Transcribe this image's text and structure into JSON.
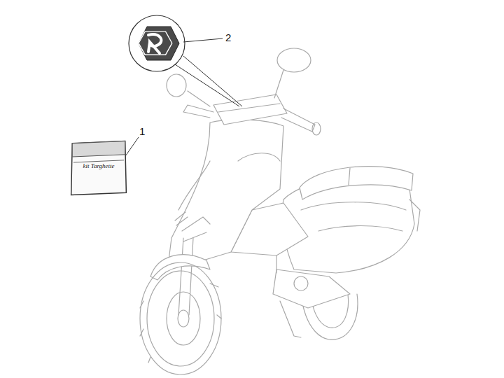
{
  "diagram": {
    "nodes": [
      {
        "text": [
          "kit Targhette"
        ]
      }
    ],
    "labels": [
      "1",
      "2"
    ]
  }
}
